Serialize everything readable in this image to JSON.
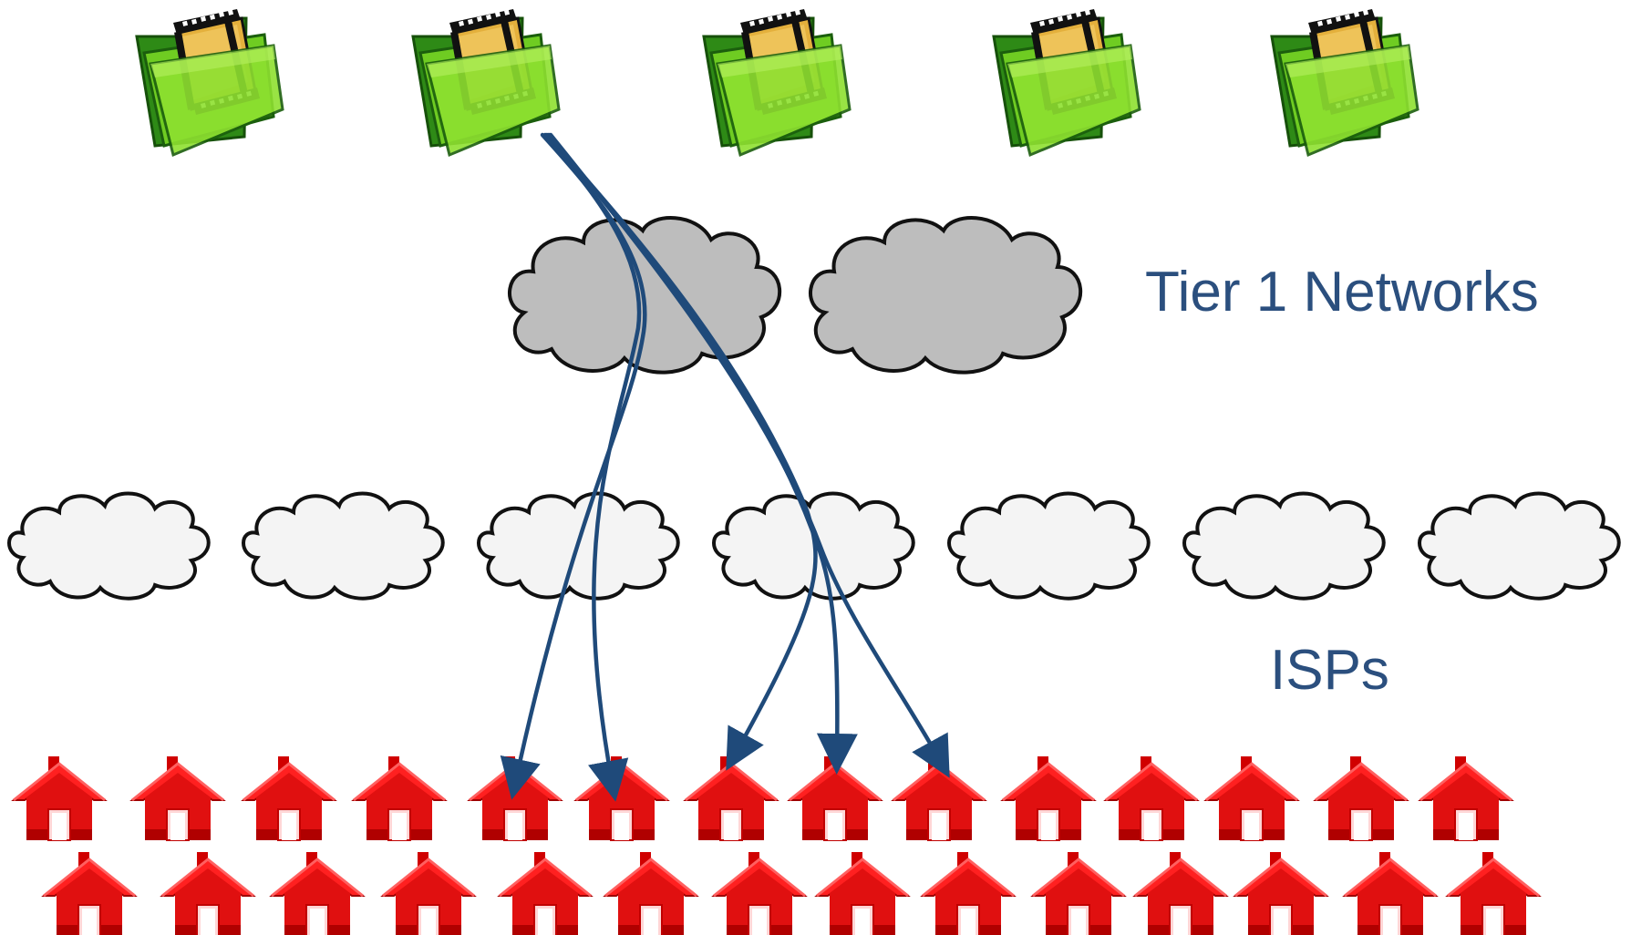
{
  "labels": {
    "tier1": "Tier 1 Networks",
    "isps": "ISPs"
  },
  "colors": {
    "text": "#2b4f7e",
    "arrow": "#1f4a7a",
    "tier1_cloud_fill": "#bdbdbd",
    "isp_cloud_fill": "#f5f5f5",
    "cloud_stroke": "#111111",
    "folder_green": "#4caf1a",
    "folder_dark": "#1f6b14",
    "film_fill": "#e0b040",
    "house_red": "#e01010",
    "house_dark": "#9e0000"
  },
  "nodes": {
    "video_folders": [
      "video-folder-icon",
      "video-folder-icon",
      "video-folder-icon",
      "video-folder-icon",
      "video-folder-icon"
    ],
    "tier1_clouds": [
      "cloud-icon",
      "cloud-icon"
    ],
    "isp_clouds": [
      "cloud-icon",
      "cloud-icon",
      "cloud-icon",
      "cloud-icon",
      "cloud-icon",
      "cloud-icon",
      "cloud-icon"
    ],
    "houses_row1": 14,
    "houses_row2": 14
  }
}
